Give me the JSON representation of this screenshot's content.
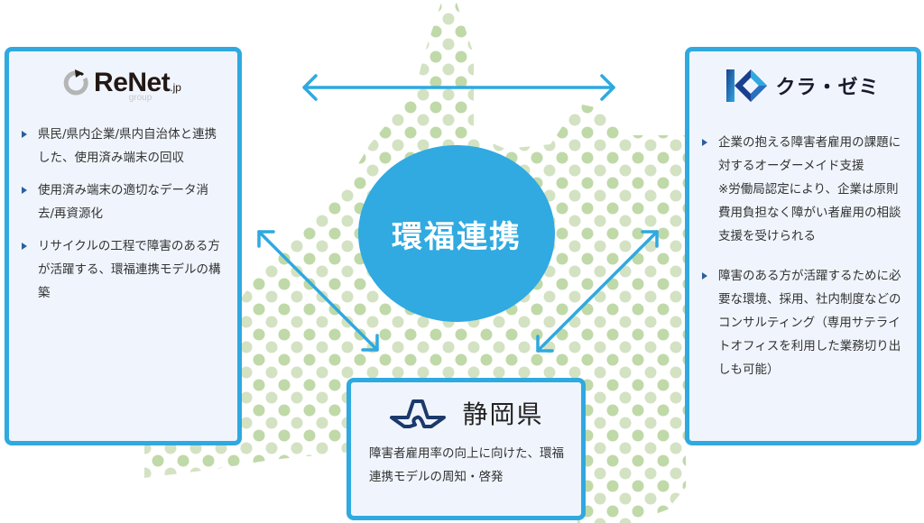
{
  "colors": {
    "accent_blue": "#2fa9e0",
    "card_bg": "#f0f5fd",
    "bullet": "#2a5f9e",
    "dot_dark": "#c0d9a8",
    "dot_light": "#d3e2c2",
    "shizuoka_navy": "#1b3a6b"
  },
  "center": {
    "label": "環福連携"
  },
  "renet": {
    "logo": {
      "icon": "recycle-arrow-icon",
      "name": "ReNet",
      "suffix": ".jp",
      "sub": "group"
    },
    "items": [
      {
        "text": "県民/県内企業/県内自治体と連携した、使用済み端末の回収"
      },
      {
        "text": "使用済み端末の適切なデータ消去/再資源化"
      },
      {
        "text": "リサイクルの工程で障害のある方が活躍する、環福連携モデルの構築"
      }
    ]
  },
  "kurazemi": {
    "logo": {
      "icon": "k-diamond-logo-icon",
      "name": "クラ・ゼミ"
    },
    "items": [
      {
        "text": "企業の抱える障害者雇用の課題に対するオーダーメイド支援",
        "note": "※労働局認定により、企業は原則費用負担なく障がい者雇用の相談支援を受けられる"
      },
      {
        "text": "障害のある方が活躍するために必要な環境、採用、社内制度などのコンサルティング（専用サテライトオフィスを利用した業務切り出しも可能）"
      }
    ]
  },
  "shizuoka": {
    "logo": {
      "icon": "mount-fuji-emblem-icon",
      "name": "静岡県"
    },
    "description": "障害者雇用率の向上に向けた、環福連携モデルの周知・啓発"
  },
  "arrows": [
    {
      "name": "renet-kurazemi-arrow",
      "direction": "bidirectional-horizontal"
    },
    {
      "name": "renet-shizuoka-arrow",
      "direction": "bidirectional-diagonal"
    },
    {
      "name": "kurazemi-shizuoka-arrow",
      "direction": "bidirectional-diagonal"
    }
  ]
}
